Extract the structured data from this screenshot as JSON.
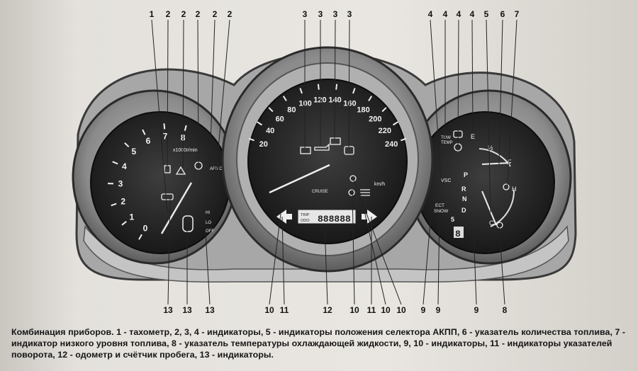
{
  "figure": {
    "caption": "Комбинация приборов. 1 - тахометр, 2, 3, 4 - индикаторы, 5 - индикаторы положения селектора АКПП, 6 - указатель количества топлива, 7 - индикатор низкого уровня топлива, 8 - указатель температуры охлаждающей жидкости, 9, 10 - индикаторы, 11 - индикаторы указателей поворота, 12 - одометр и счётчик пробега, 13 - индикаторы.",
    "top_callouts": [
      "1",
      "2",
      "2",
      "2",
      "2",
      "2",
      "3",
      "3",
      "3",
      "3",
      "4",
      "4",
      "4",
      "4",
      "5",
      "6",
      "7"
    ],
    "bottom_callouts": [
      "13",
      "13",
      "13",
      "10",
      "11",
      "12",
      "10",
      "11",
      "10",
      "10",
      "9",
      "9",
      "9",
      "8"
    ]
  },
  "speedometer": {
    "ticks": [
      "20",
      "40",
      "60",
      "80",
      "100",
      "120",
      "140",
      "160",
      "180",
      "200",
      "220",
      "240"
    ],
    "unit": "km/h",
    "cruise_label": "CRUISE",
    "odometer_labels": [
      "TRIP",
      "ODO"
    ],
    "odometer_value": "888888"
  },
  "tachometer": {
    "ticks": [
      "0",
      "1",
      "2",
      "3",
      "4",
      "5",
      "6",
      "7",
      "8"
    ],
    "unit_label": "x1000r/min",
    "afs_label": "AFS OFF",
    "hi_label": "HI",
    "lo_label": "LO",
    "off_label": "OFF"
  },
  "right_gauge": {
    "tow_label": "TOW",
    "temp_label": "TEMP",
    "vsc_label": "VSC",
    "ect_label": "ECT",
    "snow_label": "SNOW",
    "gears": [
      "P",
      "R",
      "N",
      "D",
      "5"
    ],
    "fuel_full": "F",
    "fuel_half": "½",
    "fuel_empty": "E",
    "temp_cold": "C",
    "temp_hot": "H",
    "gear_display": "8"
  }
}
